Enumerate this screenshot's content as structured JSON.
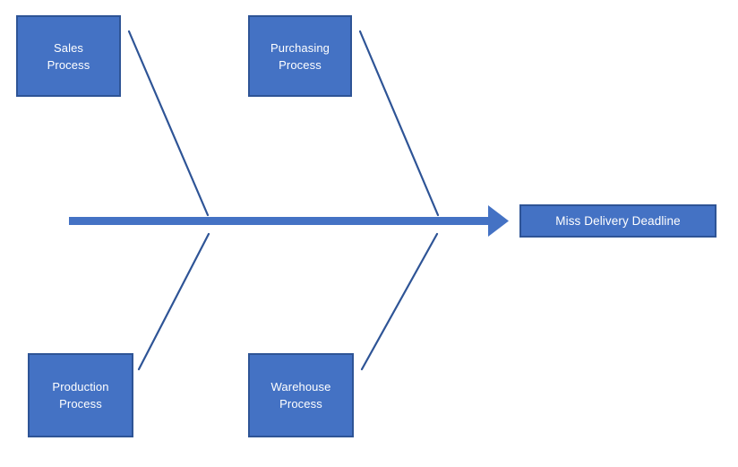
{
  "diagram": {
    "type": "fishbone-ishikawa",
    "title": "",
    "colors": {
      "box_fill": "#4472C4",
      "box_border": "#2E5496",
      "spine": "#4472C4",
      "bone_line": "#2E5496",
      "text": "#FFFFFF",
      "background": "#FFFFFF"
    },
    "effect": {
      "label": "Miss Delivery Deadline",
      "name": "miss-delivery-deadline"
    },
    "spine": {
      "name": "main-spine-arrow",
      "direction": "left-to-right"
    },
    "causes": [
      {
        "name": "sales-process",
        "label": "Sales\nProcess",
        "position": "top-left",
        "bone_name": "bone-sales-process"
      },
      {
        "name": "purchasing-process",
        "label": "Purchasing\nProcess",
        "position": "top-right",
        "bone_name": "bone-purchasing-process"
      },
      {
        "name": "production-process",
        "label": "Production\nProcess",
        "position": "bottom-left",
        "bone_name": "bone-production-process"
      },
      {
        "name": "warehouse-process",
        "label": "Warehouse\nProcess",
        "position": "bottom-right",
        "bone_name": "bone-warehouse-process"
      }
    ]
  }
}
